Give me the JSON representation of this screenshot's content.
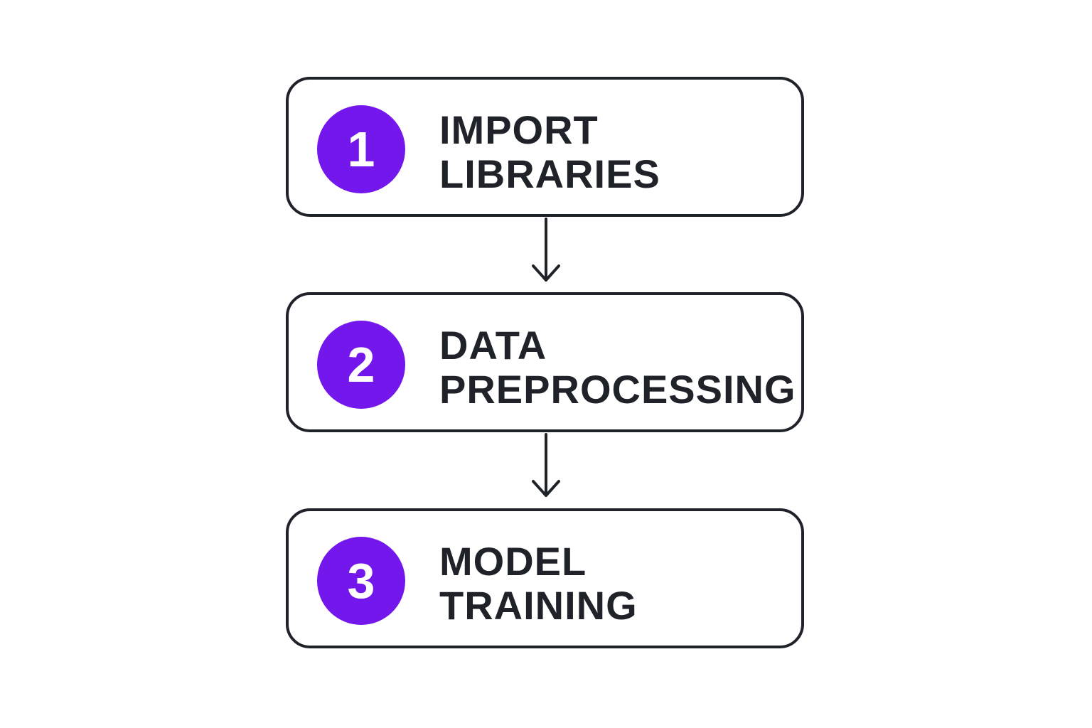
{
  "colors": {
    "badge": "#7417ec",
    "stroke": "#1f2329",
    "background": "#ffffff"
  },
  "steps": [
    {
      "number": "1",
      "line1": "IMPORT",
      "line2": "LIBRARIES"
    },
    {
      "number": "2",
      "line1": "DATA",
      "line2": "PREPROCESSING"
    },
    {
      "number": "3",
      "line1": "MODEL",
      "line2": "TRAINING"
    }
  ],
  "connectors": [
    {
      "from": "1",
      "to": "2",
      "icon": "arrow-down-icon"
    },
    {
      "from": "2",
      "to": "3",
      "icon": "arrow-down-icon"
    }
  ]
}
